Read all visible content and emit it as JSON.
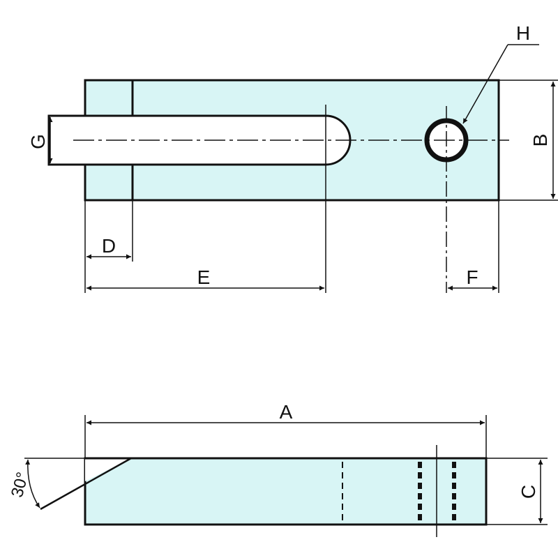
{
  "colors": {
    "body_fill": "#d8f5f5",
    "line": "#111111",
    "background": "#ffffff"
  },
  "labels": {
    "A": "A",
    "B": "B",
    "C": "C",
    "D": "D",
    "E": "E",
    "F": "F",
    "G": "G",
    "H": "H",
    "angle": "30°"
  }
}
